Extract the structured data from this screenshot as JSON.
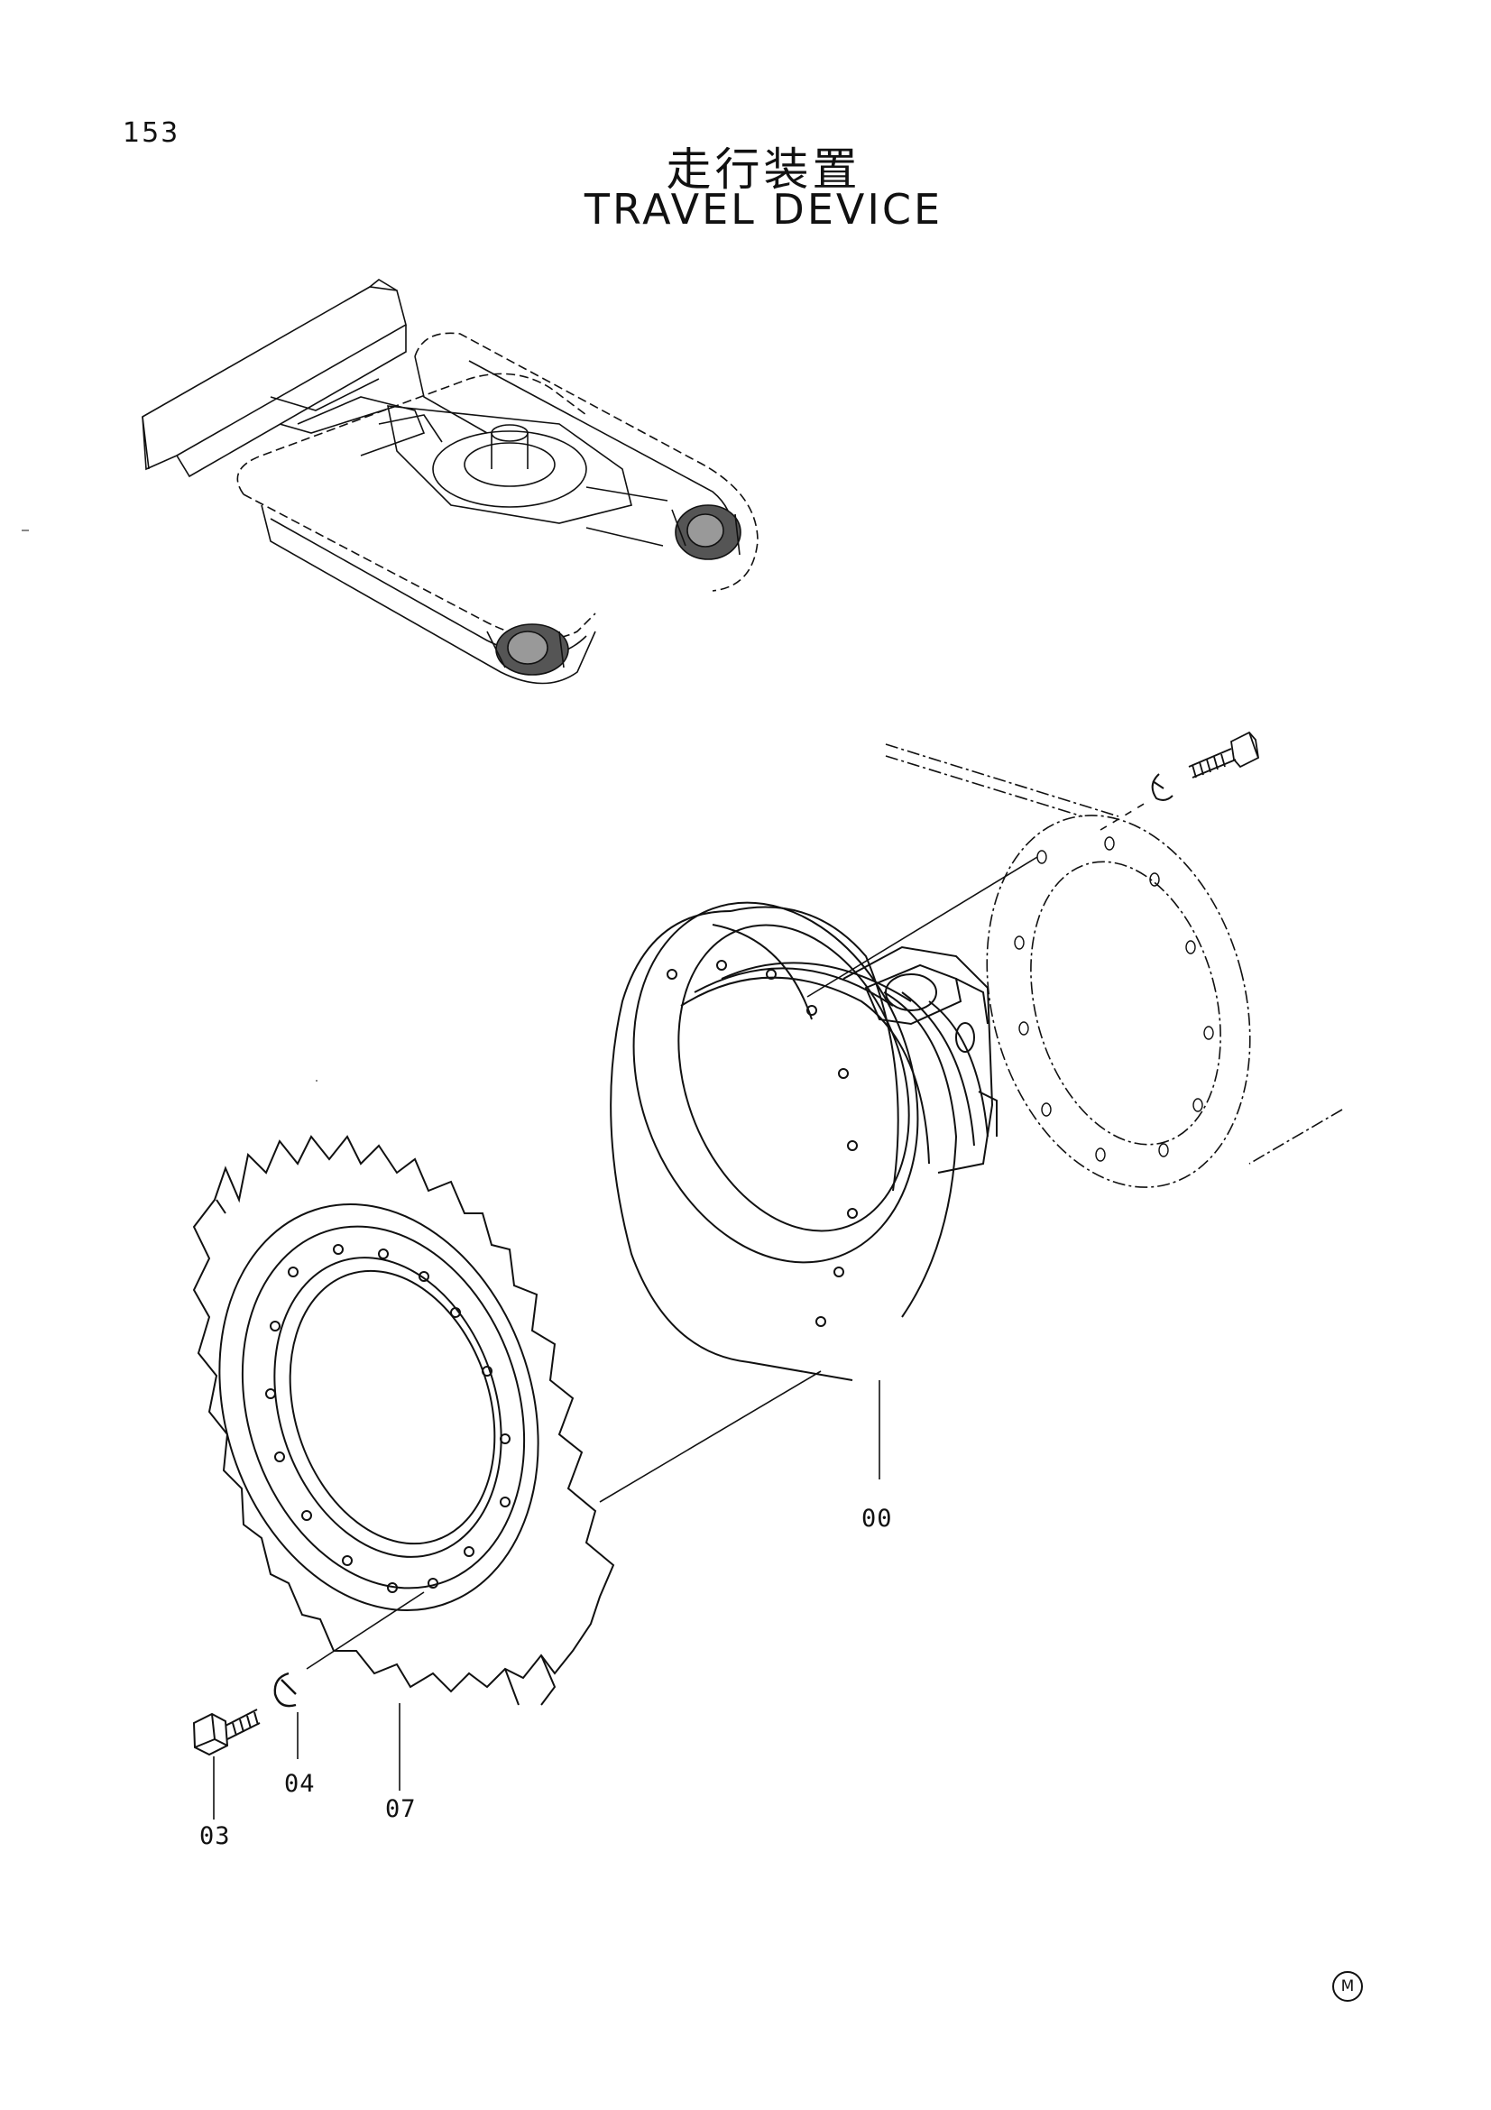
{
  "header": {
    "page_number": "153",
    "title_jp": "走行装置",
    "title_en": "TRAVEL DEVICE"
  },
  "callouts": {
    "c00": "00",
    "c03": "03",
    "c04": "04",
    "c07": "07"
  },
  "mark": "M"
}
